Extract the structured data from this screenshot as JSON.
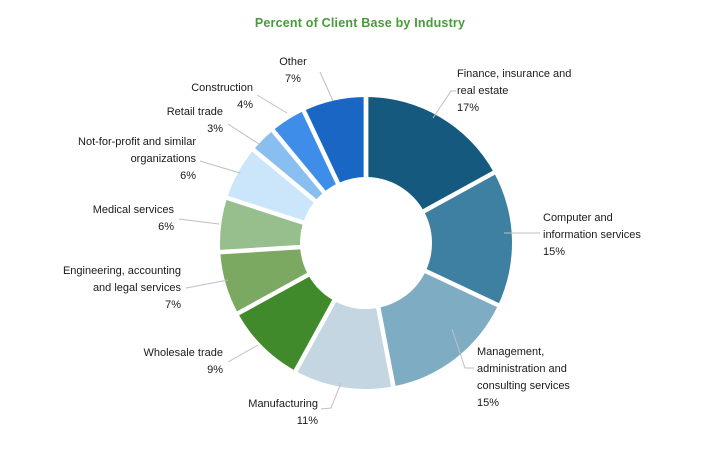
{
  "chart_data": {
    "type": "pie",
    "subtype": "donut",
    "title": "Percent of Client Base by Industry",
    "title_color": "#459C38",
    "legend": "none",
    "hole_ratio": 0.45,
    "leader_line_color": "#BFBFBF",
    "slice_gap_color": "#FFFFFF",
    "start_angle_deg": 0,
    "direction": "clockwise",
    "slices": [
      {
        "name": "Finance, insurance and real estate",
        "pct": 17,
        "color": "#15597F",
        "label_lines": [
          "Finance, insurance and",
          "real estate"
        ]
      },
      {
        "name": "Computer and information services",
        "pct": 15,
        "color": "#3E80A1",
        "label_lines": [
          "Computer and",
          "information services"
        ]
      },
      {
        "name": "Management, administration and consulting services",
        "pct": 15,
        "color": "#7EACC2",
        "label_lines": [
          "Management,",
          "administration and",
          "consulting services"
        ]
      },
      {
        "name": "Manufacturing",
        "pct": 11,
        "color": "#C3D6E1",
        "label_lines": [
          "Manufacturing"
        ]
      },
      {
        "name": "Wholesale trade",
        "pct": 9,
        "color": "#418A2B",
        "label_lines": [
          "Wholesale trade"
        ]
      },
      {
        "name": "Engineering, accounting and legal services",
        "pct": 7,
        "color": "#7BA962",
        "label_lines": [
          "Engineering, accounting",
          "and legal services"
        ]
      },
      {
        "name": "Medical services",
        "pct": 6,
        "color": "#96BF8D",
        "label_lines": [
          "Medical services"
        ]
      },
      {
        "name": "Not-for-profit and similar organizations",
        "pct": 6,
        "color": "#CBE5FA",
        "label_lines": [
          "Not-for-profit and similar",
          "organizations"
        ]
      },
      {
        "name": "Retail trade",
        "pct": 3,
        "color": "#89BEF1",
        "label_lines": [
          "Retail trade"
        ]
      },
      {
        "name": "Construction",
        "pct": 4,
        "color": "#3E8EE9",
        "label_lines": [
          "Construction"
        ]
      },
      {
        "name": "Other",
        "pct": 7,
        "color": "#1966C4",
        "label_lines": [
          "Other"
        ]
      }
    ]
  }
}
